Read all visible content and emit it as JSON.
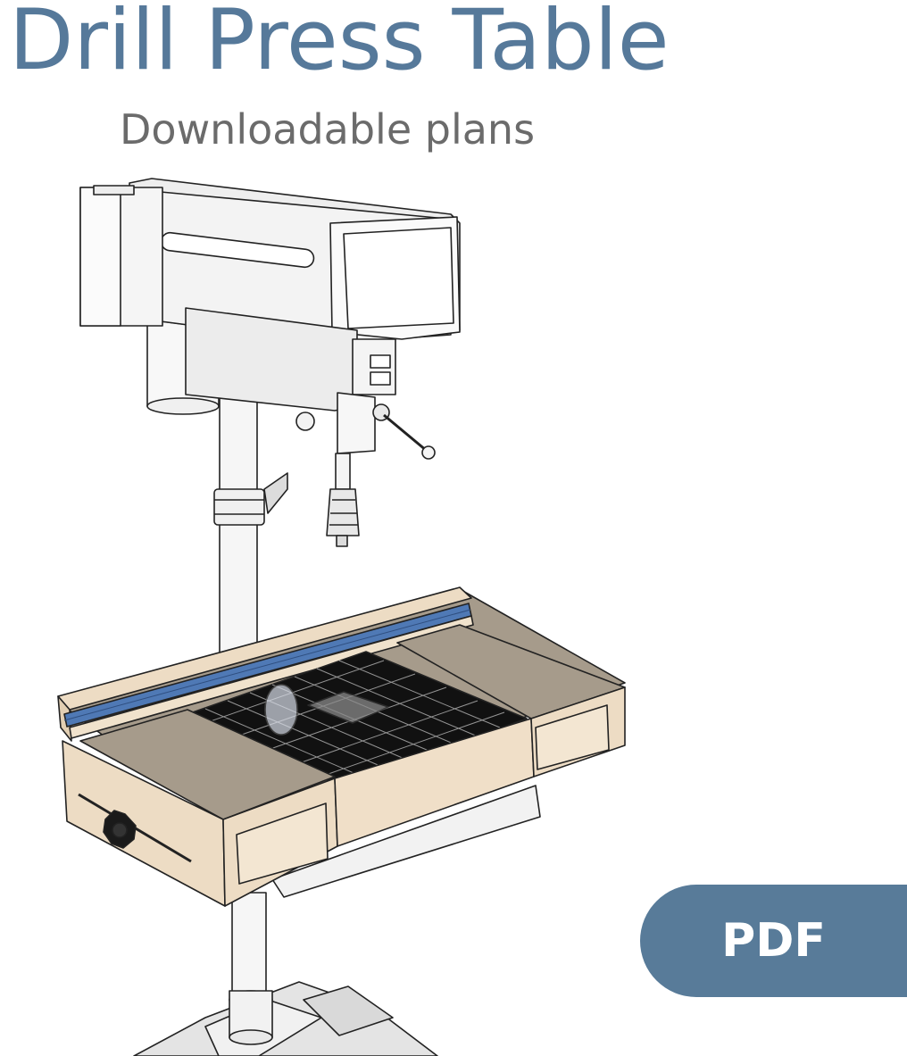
{
  "header": {
    "title": "Drill Press Table",
    "subtitle": "Downloadable plans"
  },
  "badge": {
    "label": "PDF"
  },
  "colors": {
    "title": "#56799a",
    "subtitle": "#6b6b6b",
    "badge": "#587b99",
    "wood_light": "#eddcc4",
    "wood_top": "#a59a8b",
    "fence_rail": "#4f79b5",
    "machine": "#ededed"
  },
  "illustration": {
    "subject": "drill-press-with-table"
  }
}
